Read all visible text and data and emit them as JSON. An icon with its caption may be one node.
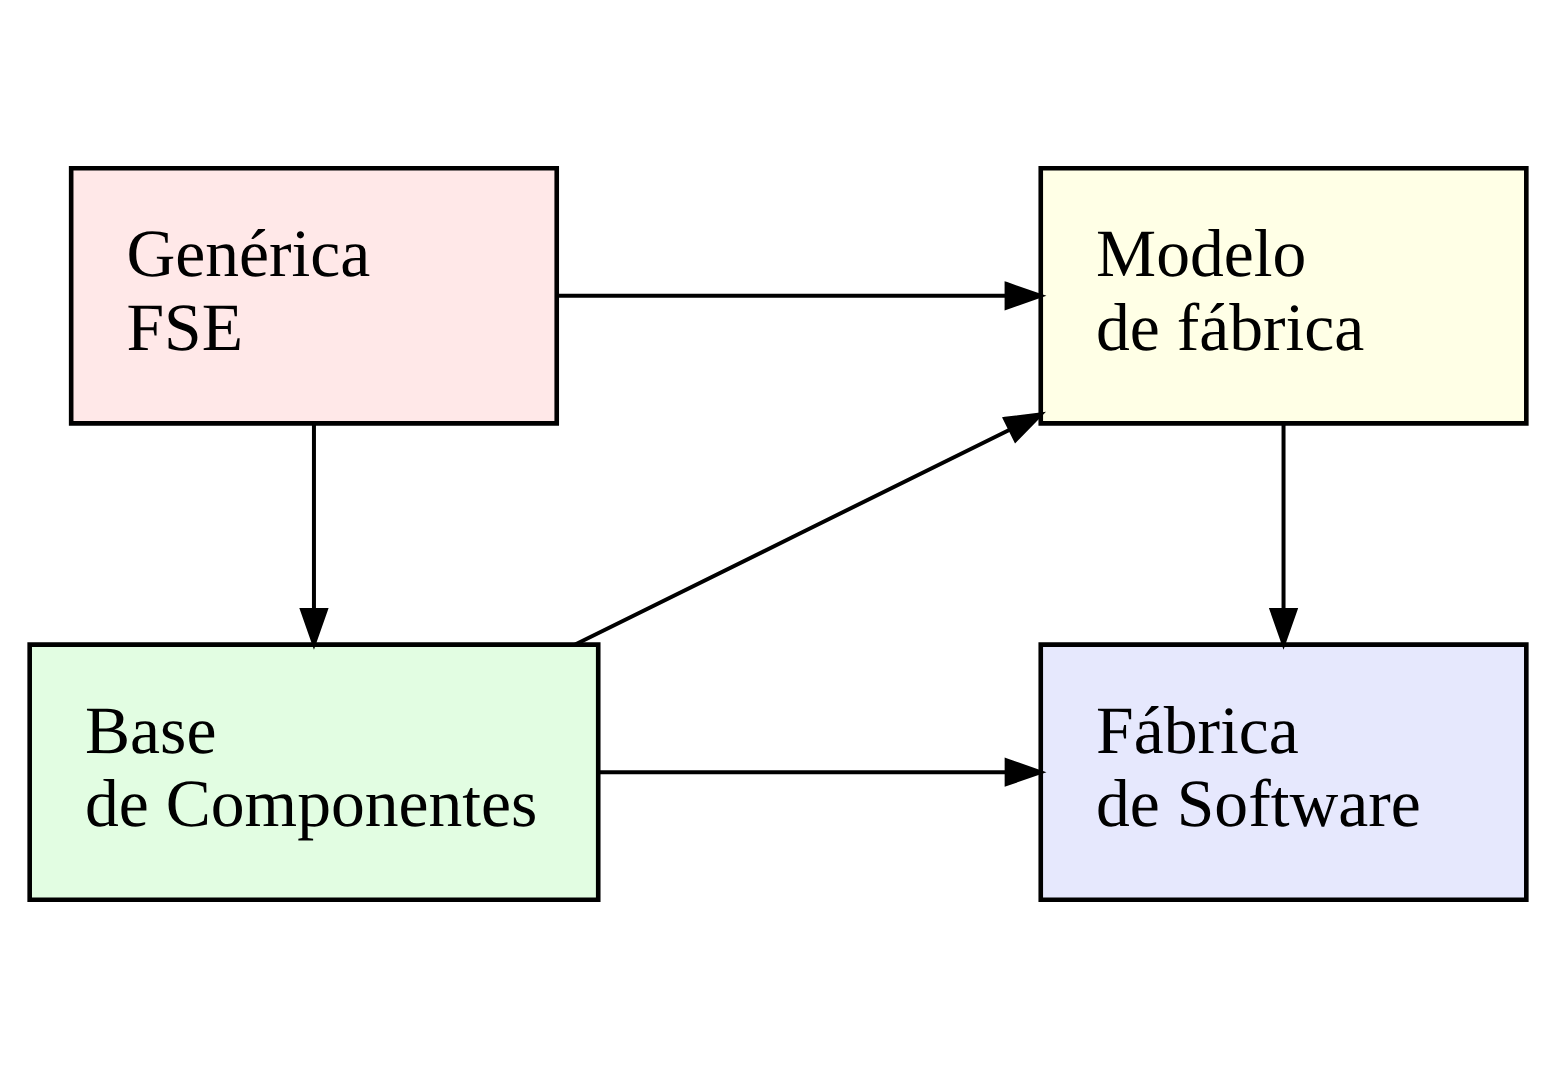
{
  "diagram": {
    "nodes": [
      {
        "text": [
          "Genérica FSE"
        ]
      },
      {
        "text": [
          "Modelo de fábrica"
        ]
      },
      {
        "text": [
          "Base de Componentes"
        ]
      },
      {
        "text": [
          "Fábrica de Software"
        ]
      }
    ],
    "edges": [
      {
        "from": 0,
        "to": 1,
        "arrow": "to"
      },
      {
        "from": 0,
        "to": 2,
        "arrow": "to"
      },
      {
        "from": 2,
        "to": 1,
        "arrow": "to"
      },
      {
        "from": 1,
        "to": 3,
        "arrow": "to"
      },
      {
        "from": 2,
        "to": 3,
        "arrow": "to"
      }
    ]
  }
}
